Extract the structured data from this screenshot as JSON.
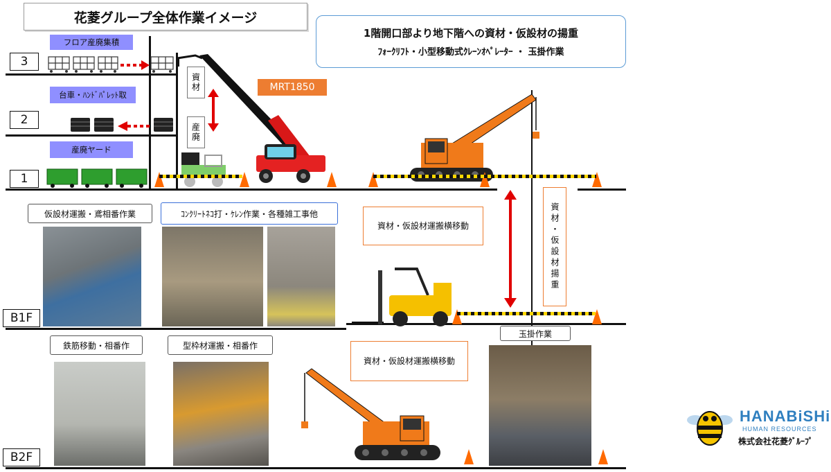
{
  "header": {
    "title": "花菱グループ全体作業イメージ",
    "info_line1": "1階開口部より地下階への資材・仮設材の揚重",
    "info_line2": "ﾌｫｰｸﾘﾌﾄ・小型移動式ｸﾚｰﾝｵﾍﾟﾚｰﾀｰ ・ 玉掛作業"
  },
  "floors": {
    "f3": "3",
    "f2": "2",
    "f1": "1",
    "b1": "B1F",
    "b2": "B2F"
  },
  "labels": {
    "floor_collect": "フロア産廃集積",
    "cart_pallet": "台車・ﾊﾝﾄﾞﾊﾟﾚｯﾄ取",
    "waste_yard": "産廃ヤード",
    "materials": "資材",
    "waste": "産廃",
    "crane_model": "MRT1850",
    "lift_vertical": "資材・仮設材揚重"
  },
  "captions": {
    "b1_1": "仮設材運搬・鳶相番作業",
    "b1_2": "ｺﾝｸﾘｰﾄﾈｺ打・ｹﾚﾝ作業・各種雑工事他",
    "b1_move": "資材・仮設材運搬横移動",
    "b2_1": "鉄筋移動・相番作",
    "b2_2": "型枠材運搬・相番作",
    "b2_move": "資材・仮設材運搬横移動",
    "slinging": "玉掛作業"
  },
  "logo": {
    "brand": "HANABiSHi",
    "sub": "HUMAN RESOURCES",
    "company": "株式会社花菱ｸﾞﾙｰﾌﾟ"
  },
  "colors": {
    "accent_orange": "#ed7d31",
    "label_purple": "#8f8fff",
    "arrow_red": "#e00000",
    "info_border": "#5b9bd5",
    "bin_green": "#2e9e2e"
  }
}
